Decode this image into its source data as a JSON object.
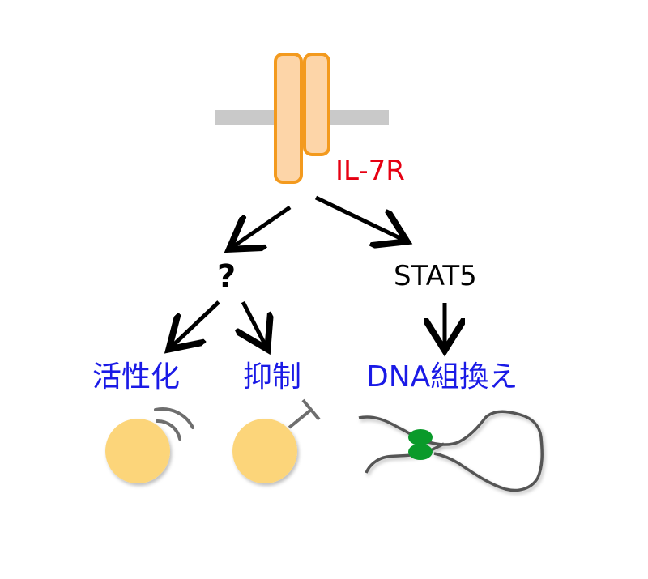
{
  "receptor": {
    "label": "IL-7R"
  },
  "unknown_pathway": {
    "label": "?"
  },
  "stat_pathway": {
    "label": "STAT5"
  },
  "outcomes": {
    "activation": "活性化",
    "inhibition": "抑制",
    "recombination": "DNA組換え"
  },
  "colors": {
    "membrane": "#c9c9c9",
    "receptor_fill": "#fdd5a8",
    "receptor_stroke": "#f39a1e",
    "receptor_label": "#e60012",
    "outcome_text": "#1a1ae6",
    "cell": "#fcd57a",
    "dna_strand": "#555555",
    "protein_complex": "#0a9a2a",
    "arrow": "#000000"
  }
}
